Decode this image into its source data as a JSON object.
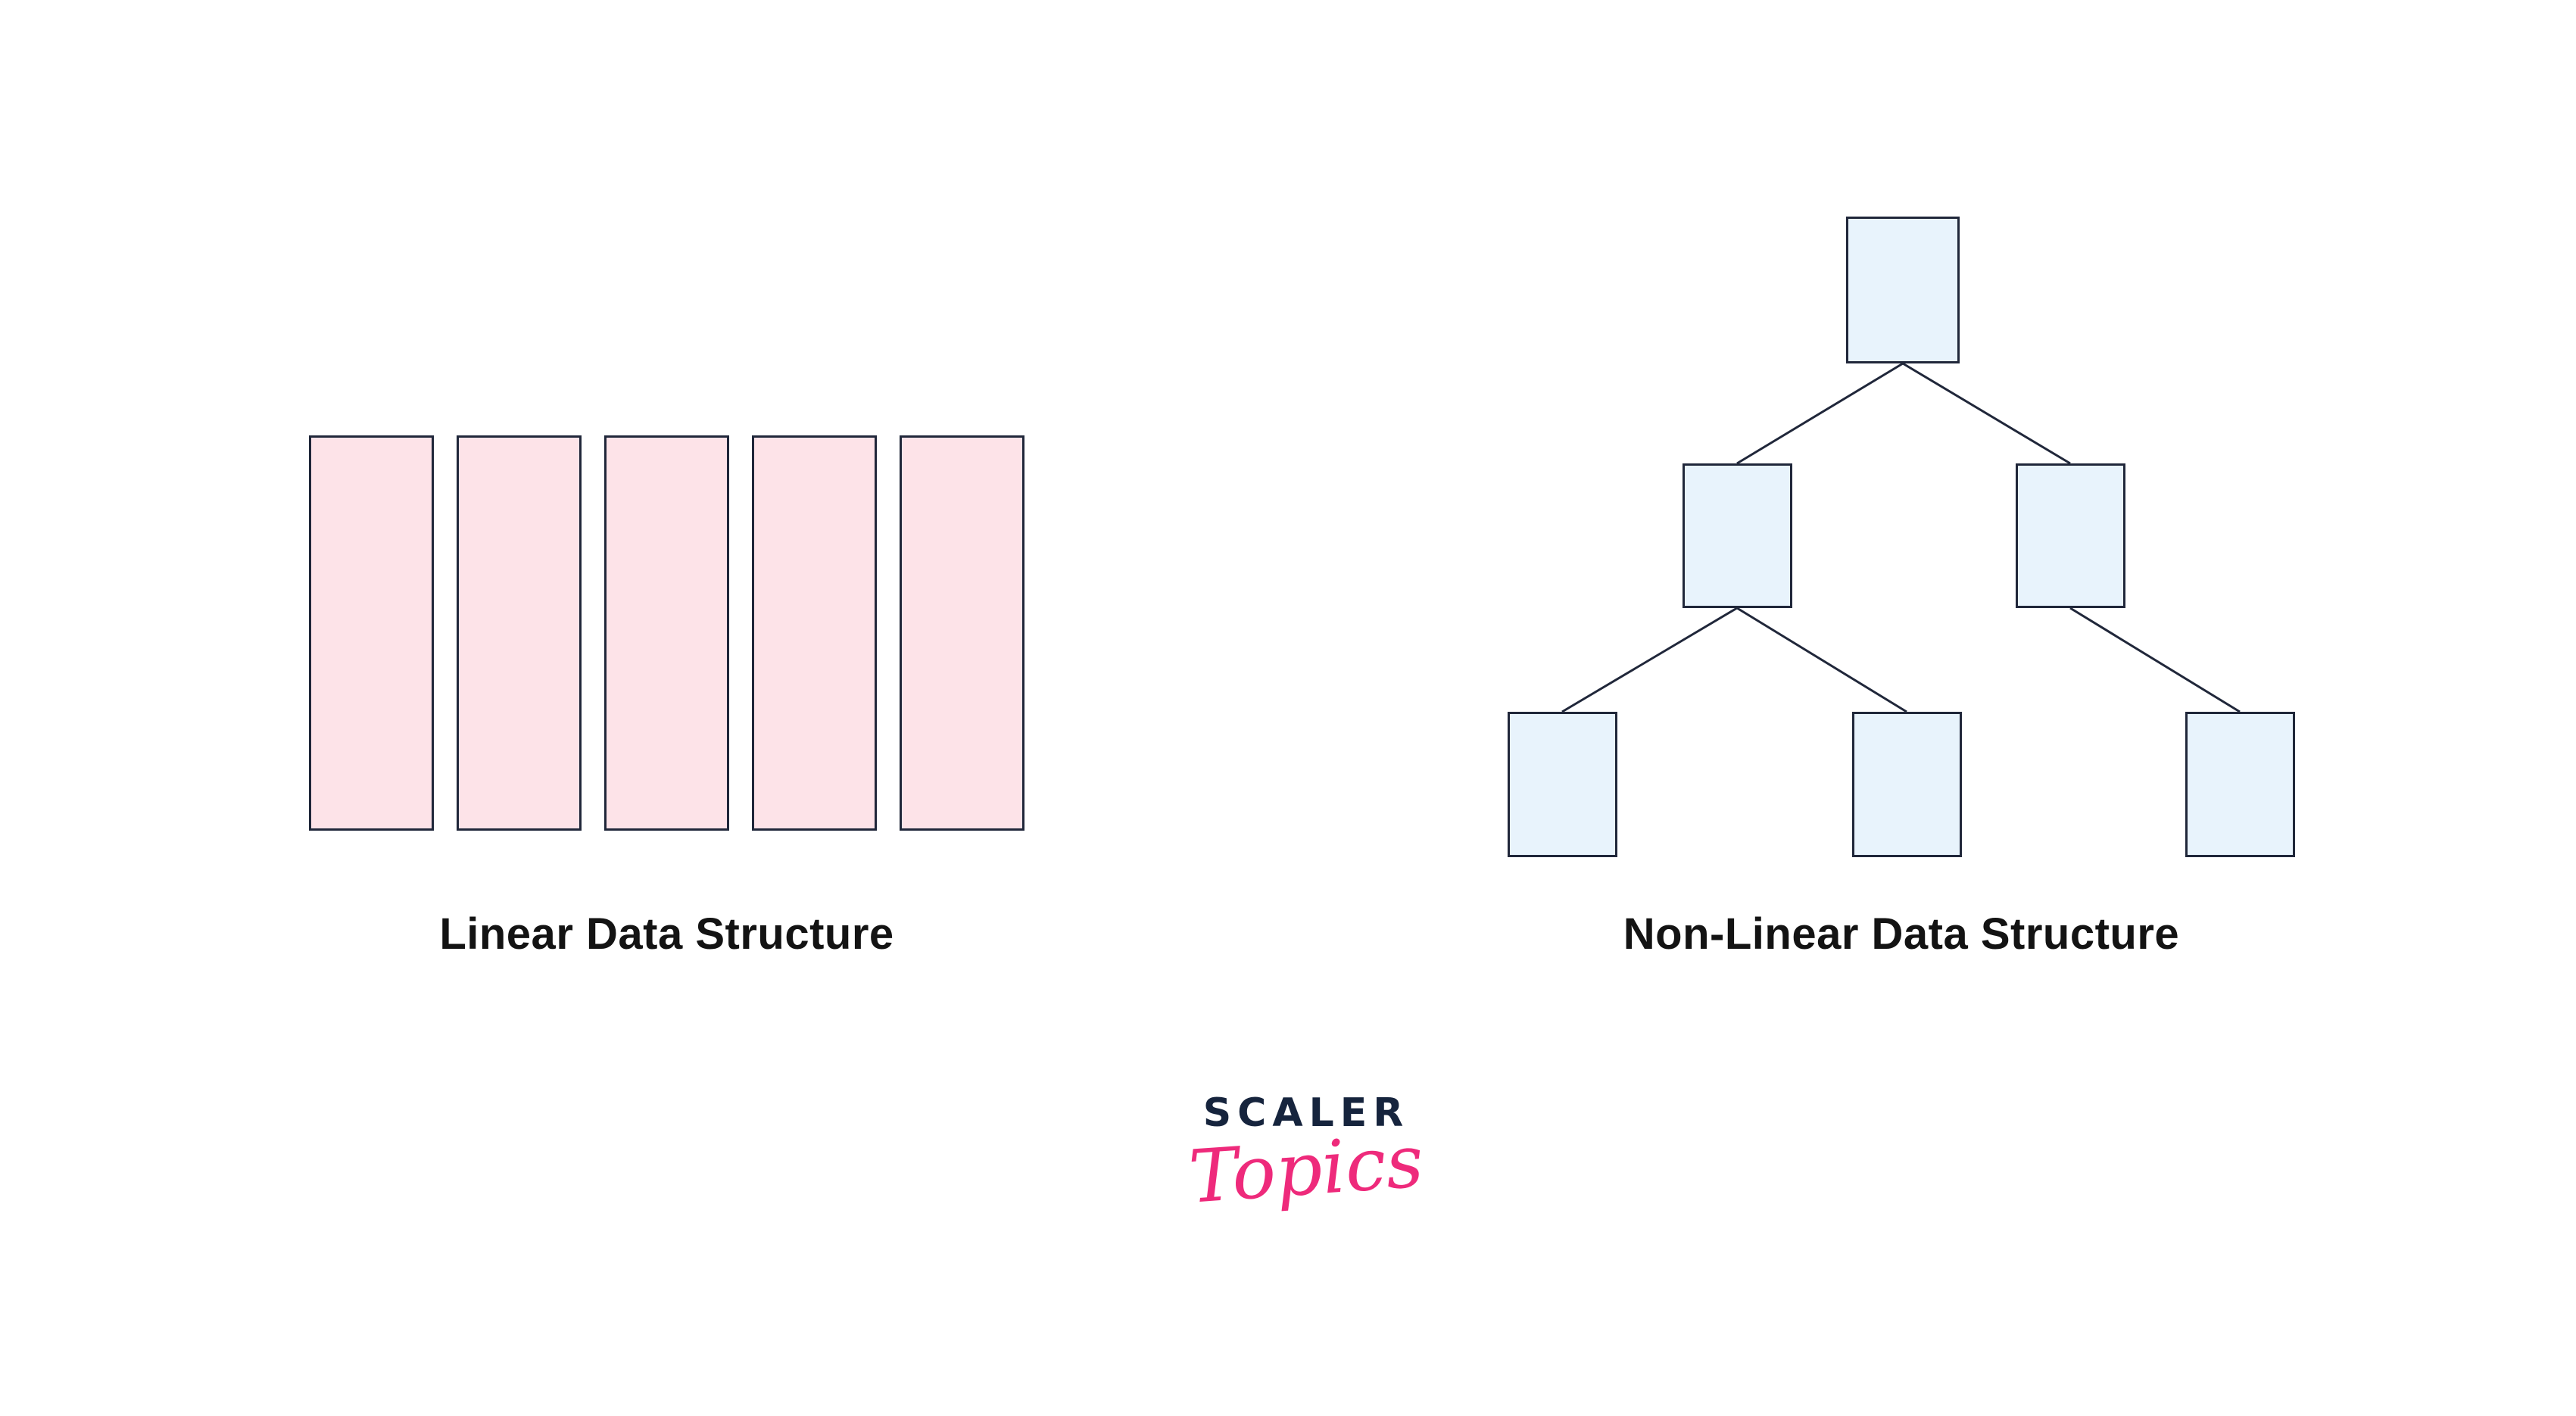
{
  "page": {
    "background": "#ffffff"
  },
  "diagram": {
    "linear": {
      "label": "Linear Data Structure",
      "block_count": 5,
      "block_fill": "#fde3e8",
      "block_border": "#20273a"
    },
    "nonlinear": {
      "label": "Non-Linear Data Structure",
      "node_fill": "#e8f3fc",
      "node_border": "#20273a",
      "node_count": 6,
      "levels": [
        1,
        2,
        3
      ],
      "edges": [
        [
          "root",
          "left-child"
        ],
        [
          "root",
          "right-child"
        ],
        [
          "left-child",
          "leaf-1"
        ],
        [
          "left-child",
          "leaf-2"
        ],
        [
          "right-child",
          "leaf-3"
        ]
      ]
    }
  },
  "logo": {
    "primary": "SCALER",
    "secondary": "Topics",
    "primary_color": "#16243d",
    "secondary_color": "#ee2a7b"
  }
}
